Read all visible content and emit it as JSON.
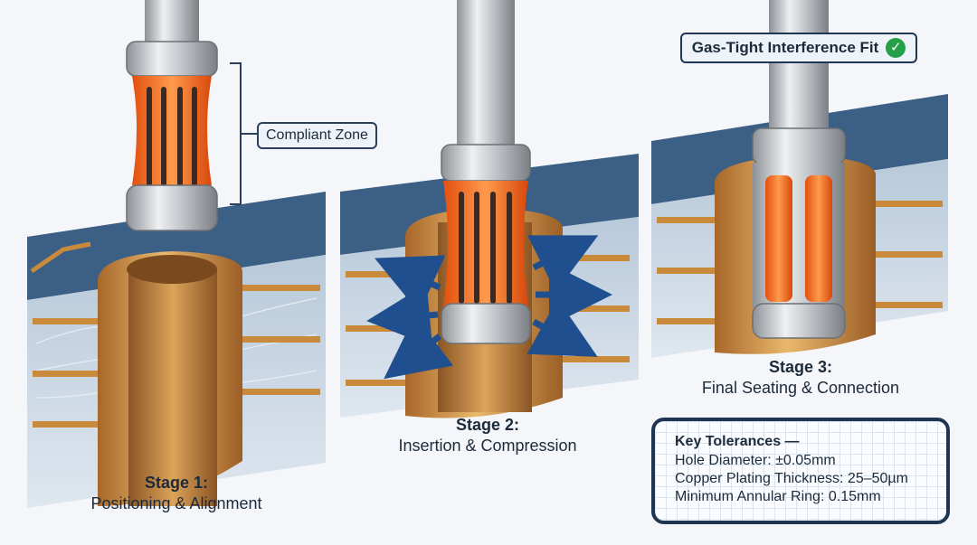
{
  "stages": [
    {
      "title": "Stage 1:",
      "subtitle": "Positioning & Alignment"
    },
    {
      "title": "Stage 2:",
      "subtitle": "Insertion & Compression"
    },
    {
      "title": "Stage 3:",
      "subtitle": "Final Seating & Connection"
    }
  ],
  "callouts": {
    "compliant_zone": "Compliant Zone",
    "gas_tight": "Gas-Tight Interference Fit"
  },
  "tolerances": {
    "heading": "Key Tolerances —",
    "items": [
      "Hole Diameter: ±0.05mm",
      "Copper Plating Thickness: 25–50µm",
      "Minimum Annular Ring: 0.15mm"
    ]
  },
  "colors": {
    "board": "#3c5f86",
    "board_cut": "#c9d6e3",
    "copper": "#c98a3c",
    "pin_steel": "#c7cbcf",
    "compliant": "#f26a1b",
    "arrow": "#1f4f8e",
    "check": "#26a048"
  },
  "icons": {
    "badge": "check-circle-icon",
    "force": "arrow-icon"
  }
}
